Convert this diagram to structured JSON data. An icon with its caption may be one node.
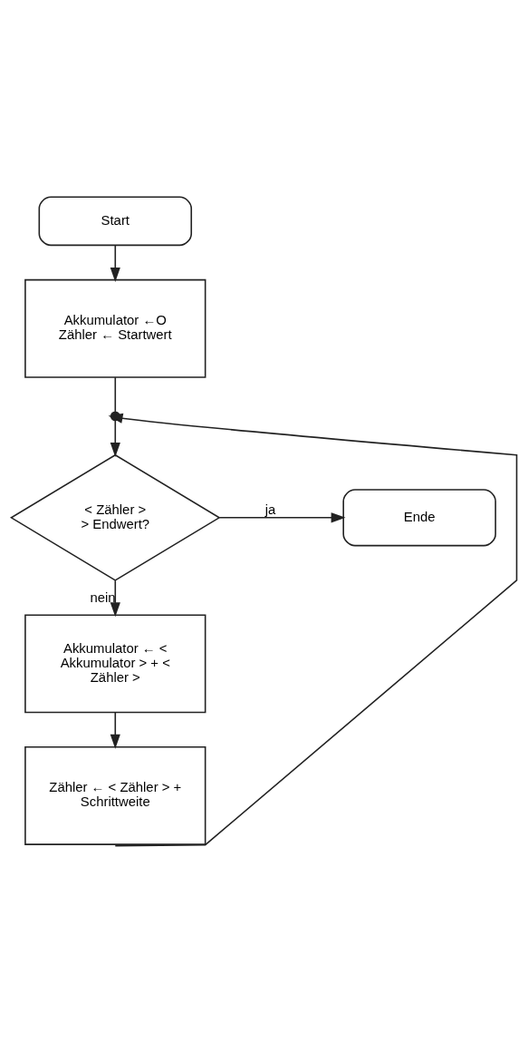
{
  "diagram": {
    "nodes": [
      {
        "text": [
          "Start"
        ]
      },
      {
        "text": [
          "Akkumulator ←O",
          "Zähler ← Startwert"
        ]
      },
      {
        "text": [],
        "shape": "circle"
      },
      {
        "text": [
          "< Zähler > > Endwert?"
        ]
      },
      {
        "text": [
          "Ende"
        ]
      },
      {
        "text": [
          "Akkumulator ← < Akkumulator > + < Zähler >"
        ]
      },
      {
        "text": [
          "Zähler ← < Zähler > + Schrittweite"
        ]
      }
    ],
    "edges": [
      {
        "from": 0,
        "to": 1,
        "arrow": "to"
      },
      {
        "from": 1,
        "to": 2,
        "arrow": "none"
      },
      {
        "from": 2,
        "to": 3,
        "arrow": "to"
      },
      {
        "from": 3,
        "to": 4,
        "arrow": "to",
        "label": "ja"
      },
      {
        "from": 3,
        "to": 5,
        "arrow": "to",
        "label": "nein"
      },
      {
        "from": 5,
        "to": 6,
        "arrow": "to"
      },
      {
        "from": 6,
        "to": 2,
        "arrow": "to"
      }
    ]
  }
}
